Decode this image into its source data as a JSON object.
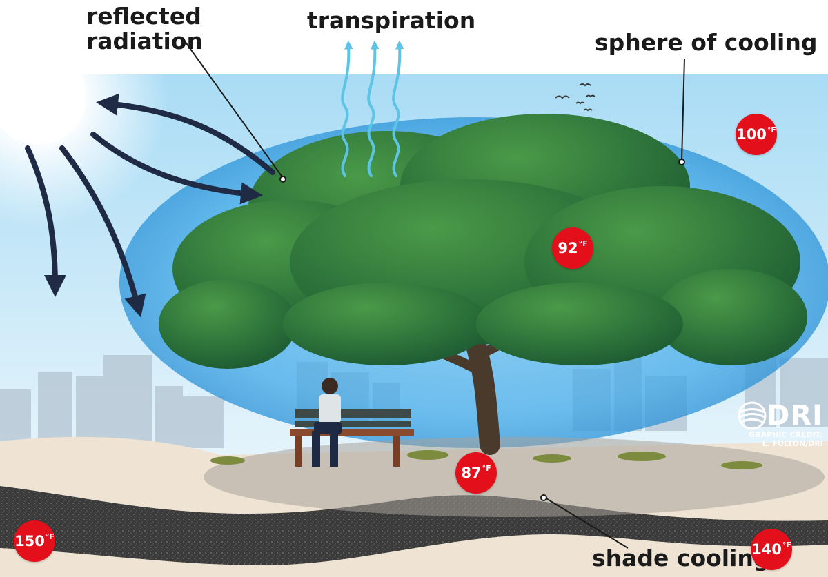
{
  "labels": {
    "reflected_radiation_line1": "reflected",
    "reflected_radiation_line2": "radiation",
    "transpiration": "transpiration",
    "sphere_of_cooling": "sphere of cooling",
    "shade_cooling": "shade cooling"
  },
  "temperatures": {
    "sky": {
      "value": "100",
      "unit": "°F"
    },
    "canopy": {
      "value": "92",
      "unit": "°F"
    },
    "shade": {
      "value": "87",
      "unit": "°F"
    },
    "pavement_left": {
      "value": "150",
      "unit": "°F"
    },
    "pavement_right": {
      "value": "140",
      "unit": "°F"
    }
  },
  "credit": {
    "logo": "DRI",
    "line1": "GRAPHIC CREDIT:",
    "line2": "L. FULTON/DRI"
  },
  "colors": {
    "badge": "#e3101c",
    "arrow": "#1f2a44",
    "transpiration": "#5ec4e6",
    "sky": "#bfe4f7",
    "cooling_sphere": "#3aa6e8",
    "foliage": "#2f7d3c",
    "pavement": "#3a3a3a",
    "sand": "#efe4d4"
  },
  "icons": {
    "sun": "sun-icon",
    "birds": "birds-icon",
    "logo": "dri-logo-icon"
  }
}
